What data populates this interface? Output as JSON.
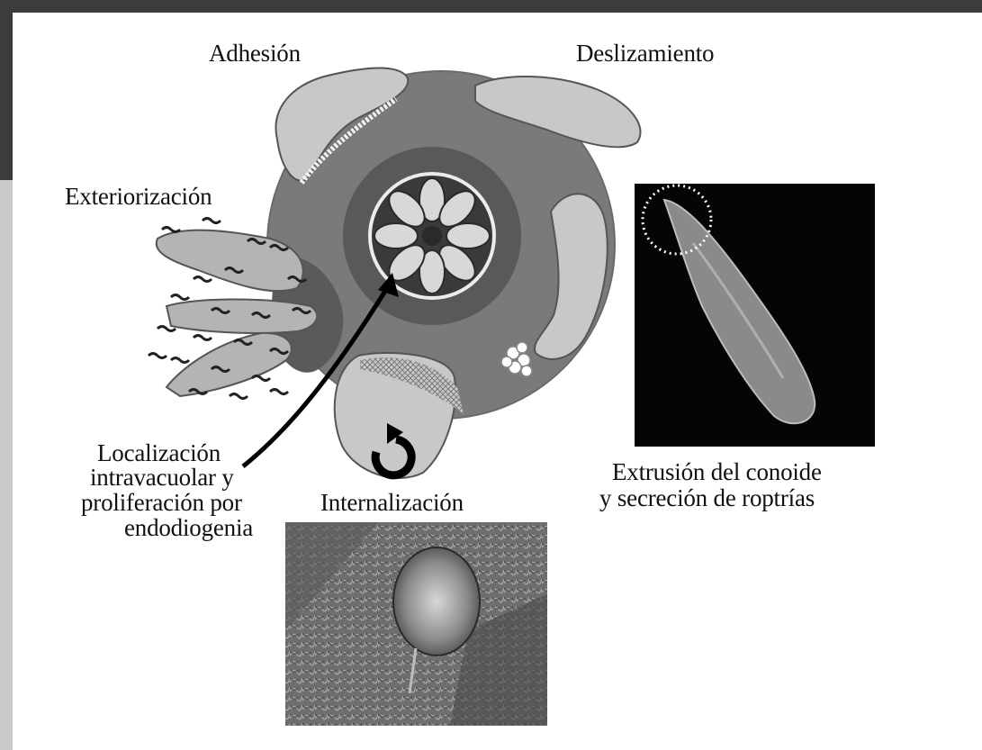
{
  "labels": {
    "adhesion": "Adhesión",
    "deslizamiento": "Deslizamiento",
    "exteriorizacion": "Exteriorización",
    "localizacion": [
      "Localización",
      "intravacuolar y",
      "proliferación por",
      "endodiogenia"
    ],
    "internalizacion": "Internalización",
    "extrusion": [
      "Extrusión del conoide",
      "y secreción de roptrías"
    ]
  },
  "colors": {
    "cell": "#7a7a7a",
    "parasite": "#c8c8c8",
    "vacuole_ring": "#5a5a5a",
    "background": "#ffffff",
    "frame": "#3c3c3c"
  },
  "icons": {
    "internalization": "circular-arrow-icon"
  }
}
